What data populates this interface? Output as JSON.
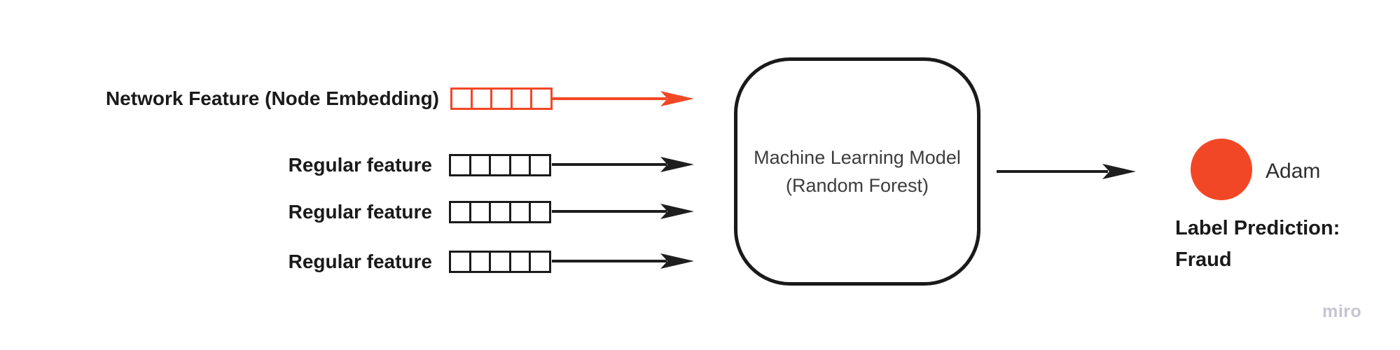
{
  "diagram": {
    "inputs": [
      {
        "label": "Network Feature (Node Embedding)",
        "type": "network"
      },
      {
        "label": "Regular feature",
        "type": "regular"
      },
      {
        "label": "Regular feature",
        "type": "regular"
      },
      {
        "label": "Regular feature",
        "type": "regular"
      }
    ],
    "vector_cells_per_feature": 5,
    "model": {
      "line1": "Machine Learning Model",
      "line2": "(Random Forest)"
    },
    "output": {
      "node_name": "Adam",
      "prediction_title": "Label Prediction:",
      "prediction_value": "Fraud"
    }
  },
  "watermark": "miro",
  "colors": {
    "network_accent": "#F24726",
    "node_fill": "#F24726",
    "ink": "#1A1A1A",
    "model_text": "#3D3D3D",
    "watermark": "#C6C5D2"
  }
}
